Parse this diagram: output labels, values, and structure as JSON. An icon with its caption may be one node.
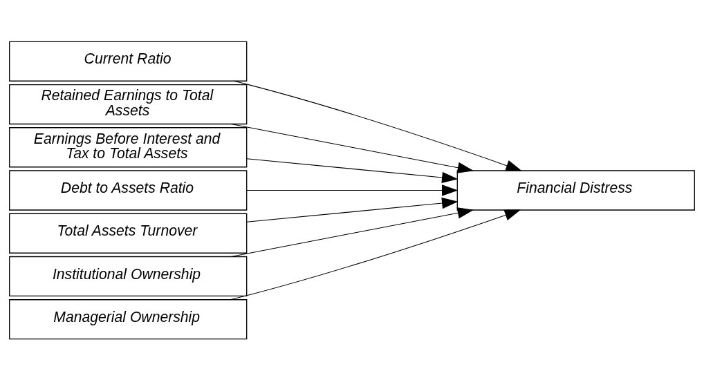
{
  "diagram": {
    "nodes": [
      {
        "text": [
          "Current Ratio"
        ]
      },
      {
        "text": [
          "Retained Earnings to Total Assets"
        ]
      },
      {
        "text": [
          "Earnings Before Interest and Tax to Total Assets"
        ]
      },
      {
        "text": [
          "Debt to Assets Ratio"
        ]
      },
      {
        "text": [
          "Total Assets Turnover"
        ]
      },
      {
        "text": [
          "Institutional Ownership"
        ]
      },
      {
        "text": [
          "Managerial Ownership"
        ]
      },
      {
        "text": [
          "Financial Distress"
        ]
      }
    ],
    "edges": [
      {
        "from": 0,
        "to": 7,
        "arrow": "to"
      },
      {
        "from": 1,
        "to": 7,
        "arrow": "to"
      },
      {
        "from": 2,
        "to": 7,
        "arrow": "to"
      },
      {
        "from": 3,
        "to": 7,
        "arrow": "to"
      },
      {
        "from": 4,
        "to": 7,
        "arrow": "to"
      },
      {
        "from": 5,
        "to": 7,
        "arrow": "to"
      },
      {
        "from": 6,
        "to": 7,
        "arrow": "to"
      }
    ]
  }
}
